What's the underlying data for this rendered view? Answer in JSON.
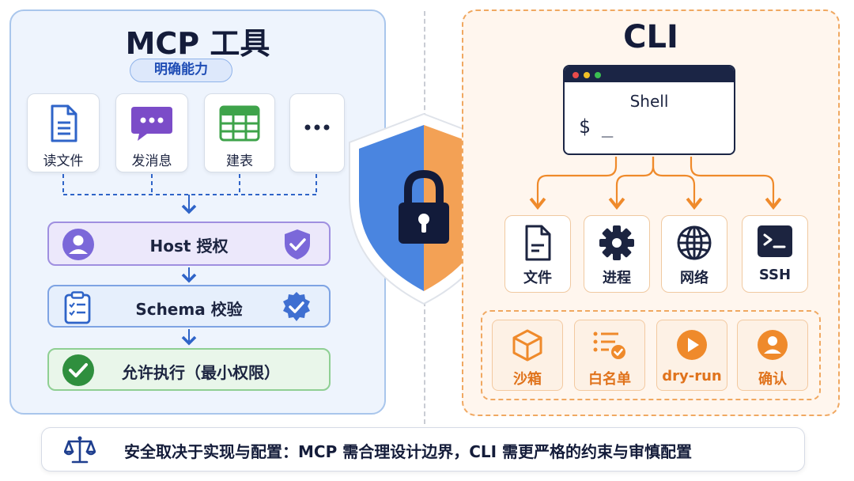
{
  "mcp": {
    "title": "MCP 工具",
    "badge": "明确能力",
    "tools": [
      {
        "label": "读文件",
        "icon": "document-icon"
      },
      {
        "label": "发消息",
        "icon": "chat-bubble-icon"
      },
      {
        "label": "建表",
        "icon": "spreadsheet-icon"
      },
      {
        "label": "",
        "icon": "more-icon"
      }
    ],
    "steps": [
      {
        "label": "Host  授权",
        "icon": "user-icon",
        "badge_icon": "shield-check-icon"
      },
      {
        "label": "Schema  校验",
        "icon": "checklist-icon",
        "badge_icon": "verified-badge-icon"
      },
      {
        "label": "允许执行（最小权限）",
        "icon": "check-circle-icon"
      }
    ],
    "colors": {
      "panel": "#eef4fd",
      "host": "#7b68d9",
      "schema": "#3f6fd1",
      "allow": "#3ea34a"
    }
  },
  "shield": {
    "icon": "lock-icon",
    "colors": {
      "left": "#4a85e0",
      "right": "#f3a155"
    }
  },
  "cli": {
    "title": "CLI",
    "shell": {
      "label": "Shell",
      "prompt": "$ _"
    },
    "resources": [
      {
        "label": "文件",
        "icon": "file-icon"
      },
      {
        "label": "进程",
        "icon": "gear-icon"
      },
      {
        "label": "网络",
        "icon": "globe-icon"
      },
      {
        "label": "SSH",
        "icon": "terminal-icon"
      }
    ],
    "guards": [
      {
        "label": "沙箱",
        "icon": "box-icon"
      },
      {
        "label": "白名单",
        "icon": "whitelist-icon"
      },
      {
        "label": "dry-run",
        "icon": "play-icon"
      },
      {
        "label": "确认",
        "icon": "person-confirm-icon"
      }
    ],
    "colors": {
      "accent": "#f08a2a",
      "panel": "#fff6ee"
    }
  },
  "footer": {
    "icon": "scales-icon",
    "text": "安全取决于实现与配置：MCP 需合理设计边界，CLI 需更严格的约束与审慎配置"
  }
}
